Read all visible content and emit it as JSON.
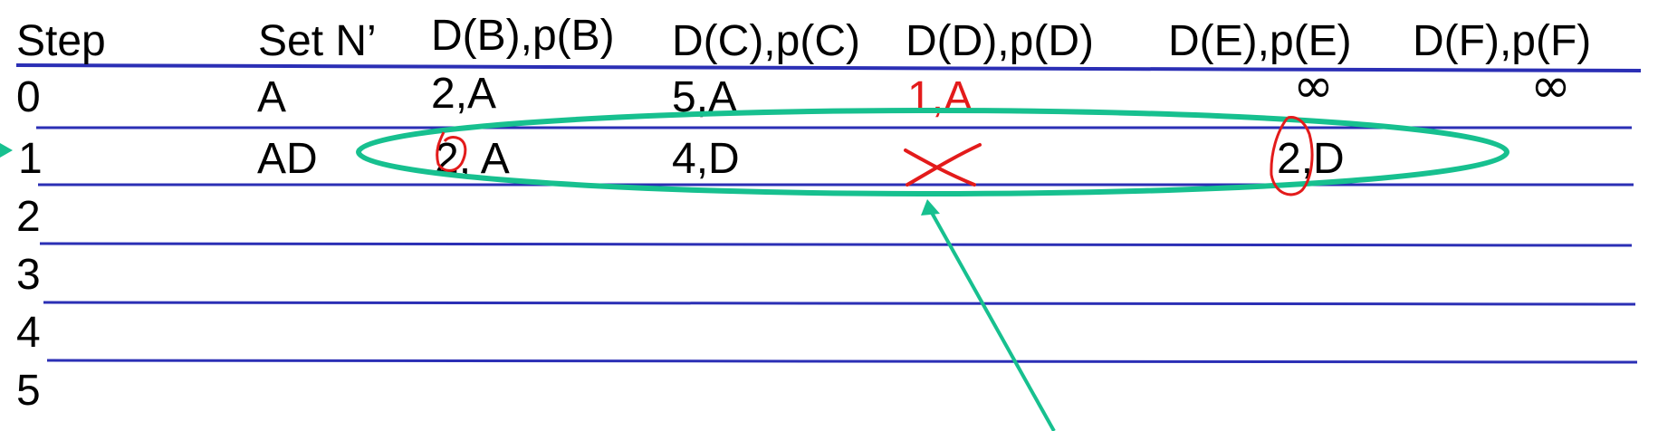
{
  "table": {
    "headers": {
      "step": "Step",
      "set": "Set N’",
      "b": "D(B),p(B)",
      "c": "D(C),p(C)",
      "d": "D(D),p(D)",
      "e": "D(E),p(E)",
      "f": "D(F),p(F)"
    },
    "steps": [
      "0",
      "1",
      "2",
      "3",
      "4",
      "5"
    ],
    "row0": {
      "set": "A",
      "b": "2,A",
      "c": "5,A",
      "d": "1,A",
      "e": "∞",
      "f": "∞"
    },
    "row1": {
      "set": "AD",
      "b": "2, A",
      "c": "4,D",
      "e": "2,D"
    }
  },
  "colors": {
    "grid_line": "#2b2fb5",
    "highlight": "#17c08f",
    "annotation": "#e31b1b",
    "text": "#000000"
  }
}
